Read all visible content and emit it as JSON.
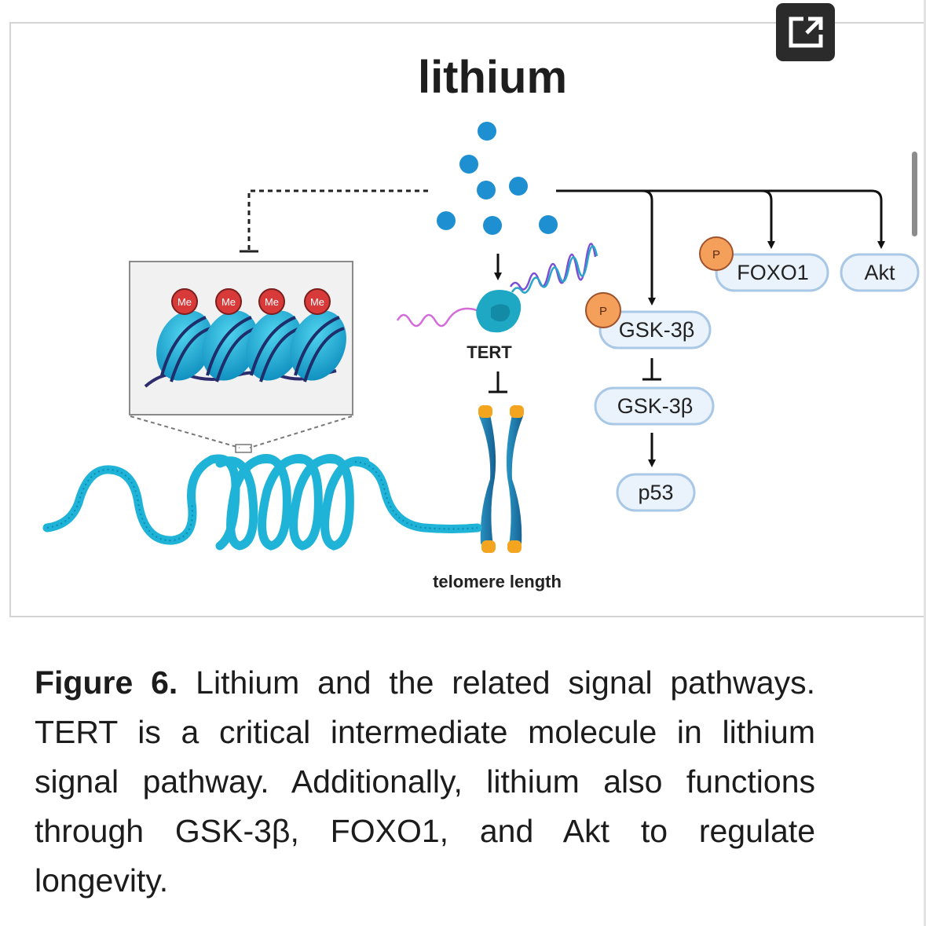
{
  "diagram": {
    "title": "lithium",
    "tert_label": "TERT",
    "telomere_label": "telomere length",
    "methyl_label": "Me",
    "phospho_label": "P",
    "nodes": {
      "gsk_phospho": "GSK-3β",
      "gsk": "GSK-3β",
      "p53": "p53",
      "foxo1": "FOXO1",
      "akt": "Akt"
    }
  },
  "caption": {
    "label": "Figure 6.",
    "text": "Lithium and the related signal pathways. TERT is a critical intermediate molecule in lithium signal pathway. Additionally, lithium also functions through GSK-3β, FOXO1, and Akt to regulate longevity."
  },
  "colors": {
    "ion": "#1e8fd0",
    "dna": "#1fb3d8",
    "nucleosome": "#1aa4cf",
    "methyl": "#d83a3a",
    "phospho": "#f5a05a",
    "node_fill": "#eaf3fb",
    "node_border": "#a9c8e6",
    "chromosome": "#1d7fb3",
    "telomere_cap": "#f3a51f"
  },
  "icons": {
    "expand": "open-in-new-icon"
  }
}
